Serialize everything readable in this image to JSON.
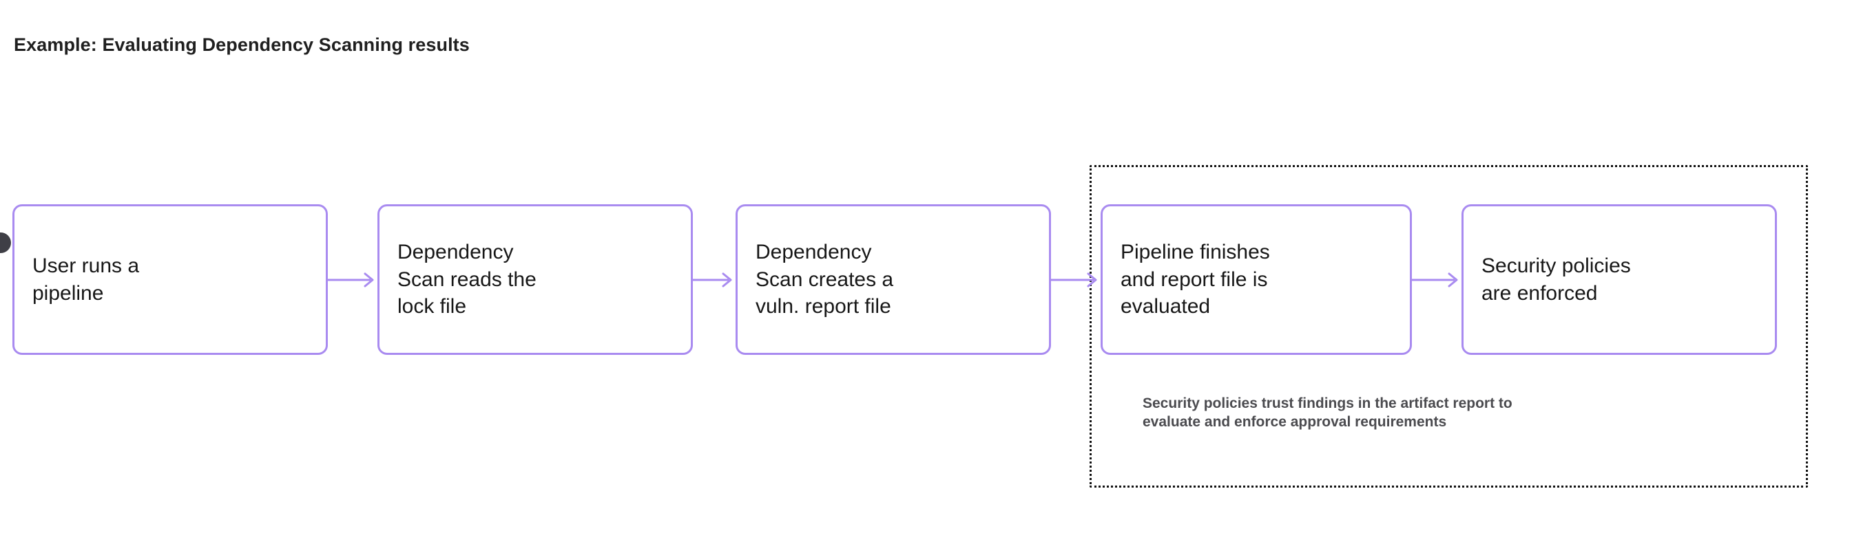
{
  "page": {
    "title": "Example: Evaluating Dependency Scanning results",
    "background_color": "#ffffff"
  },
  "theme": {
    "node_border_color": "#a98bf0",
    "node_fill_color": "#ffffff",
    "node_text_color": "#171717",
    "arrow_color": "#a98bf0",
    "group_border_color": "#111111",
    "caption_text_color": "#4b4b4f",
    "start_dot_color": "#3f3f46"
  },
  "diagram": {
    "type": "flowchart",
    "direction": "left-to-right",
    "nodes": [
      {
        "id": "user-runs-pipeline",
        "label": "User runs a\npipeline",
        "shape": "rounded-rect"
      },
      {
        "id": "scan-reads-lock-file",
        "label": "Dependency\nScan reads the\nlock file",
        "shape": "rounded-rect"
      },
      {
        "id": "scan-creates-report",
        "label": "Dependency\nScan creates a\nvuln. report file",
        "shape": "rounded-rect"
      },
      {
        "id": "pipeline-finishes",
        "label": "Pipeline finishes\nand report file is\nevaluated",
        "shape": "rounded-rect"
      },
      {
        "id": "policies-enforced",
        "label": "Security policies\nare enforced",
        "shape": "rounded-rect"
      }
    ],
    "edges": [
      {
        "id": "arrow-1",
        "from": "user-runs-pipeline",
        "to": "scan-reads-lock-file",
        "style": "solid-arrow"
      },
      {
        "id": "arrow-2",
        "from": "scan-reads-lock-file",
        "to": "scan-creates-report",
        "style": "solid-arrow"
      },
      {
        "id": "arrow-3",
        "from": "scan-creates-report",
        "to": "pipeline-finishes",
        "style": "solid-arrow"
      },
      {
        "id": "arrow-4",
        "from": "pipeline-finishes",
        "to": "policies-enforced",
        "style": "solid-arrow"
      }
    ],
    "group": {
      "id": "policy-group",
      "border_style": "dotted",
      "contains": [
        "pipeline-finishes",
        "policies-enforced"
      ],
      "caption": "Security policies trust findings in the artifact report to\nevaluate and enforce approval requirements"
    },
    "start_marker": {
      "id": "start-node-dot",
      "shape": "circle",
      "clipped": "left-edge"
    }
  }
}
